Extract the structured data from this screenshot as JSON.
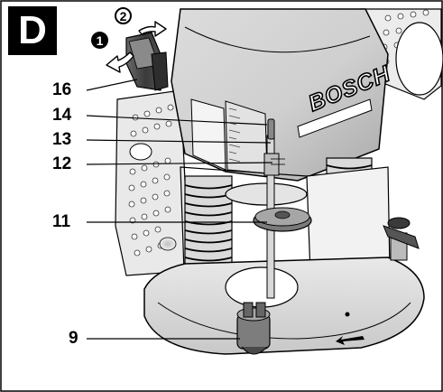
{
  "panel": {
    "letter": "D"
  },
  "brand_text": "BOSCH",
  "steps": [
    {
      "number": "1",
      "style": "filled"
    },
    {
      "number": "2",
      "style": "outlined"
    }
  ],
  "callouts": [
    {
      "number": "16"
    },
    {
      "number": "14"
    },
    {
      "number": "13"
    },
    {
      "number": "12"
    },
    {
      "number": "11"
    },
    {
      "number": "9"
    }
  ]
}
